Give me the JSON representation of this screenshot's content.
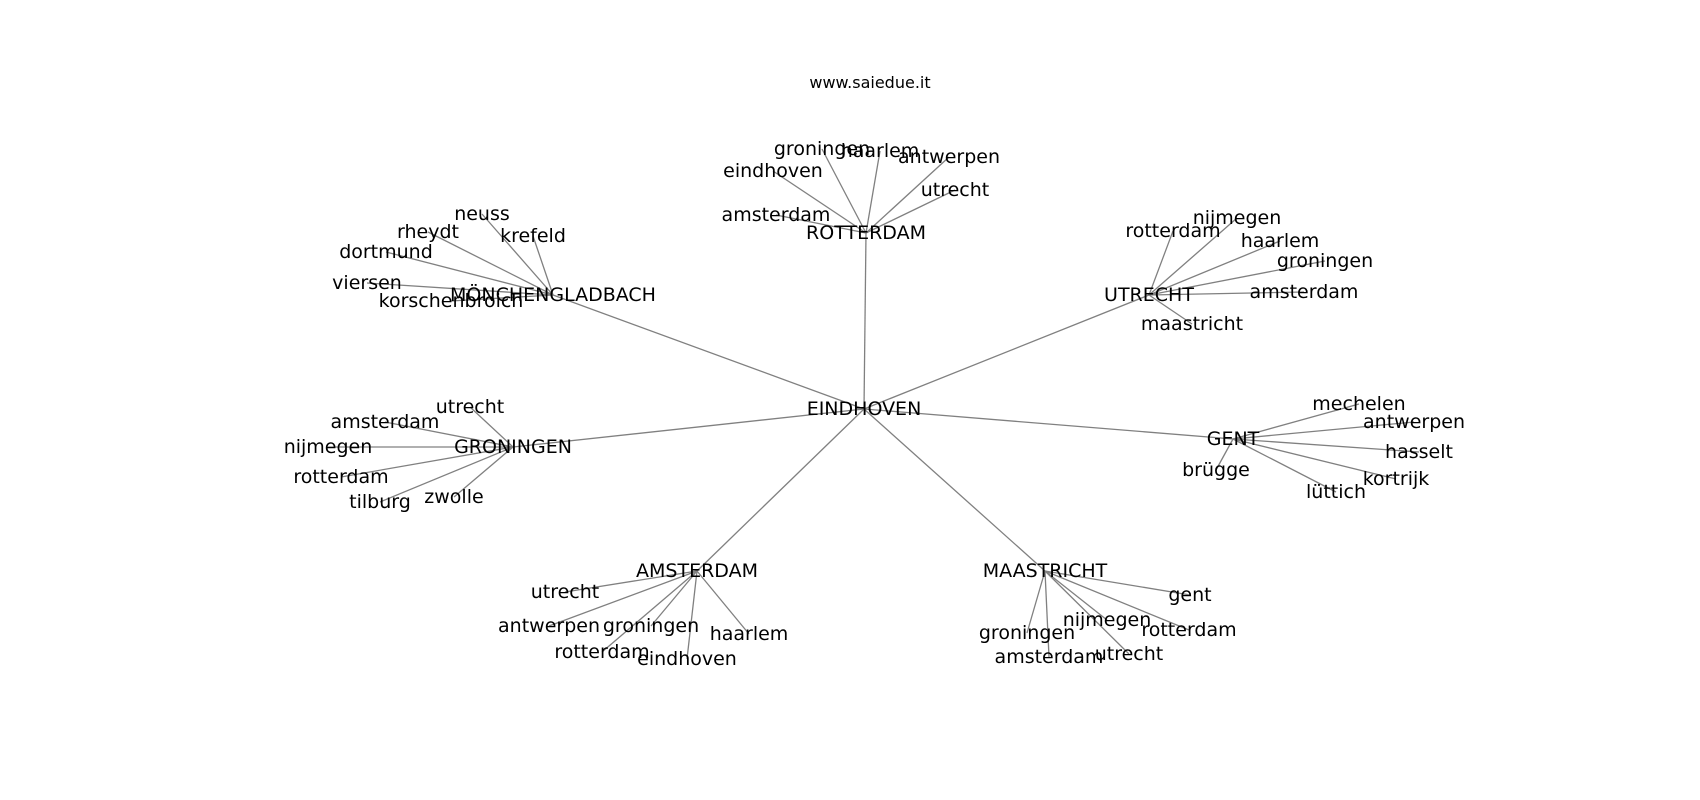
{
  "header": {
    "site": "www.saiedue.it"
  },
  "graph": {
    "center": "EINDHOVEN",
    "hubs": [
      {
        "name": "ROTTERDAM",
        "leaves": [
          "groningen",
          "haarlem",
          "antwerpen",
          "eindhoven",
          "utrecht",
          "amsterdam"
        ]
      },
      {
        "name": "UTRECHT",
        "leaves": [
          "rotterdam",
          "nijmegen",
          "haarlem",
          "groningen",
          "amsterdam",
          "maastricht"
        ]
      },
      {
        "name": "GENT",
        "leaves": [
          "mechelen",
          "antwerpen",
          "hasselt",
          "brügge",
          "kortrijk",
          "lüttich"
        ]
      },
      {
        "name": "MAASTRICHT",
        "leaves": [
          "gent",
          "nijmegen",
          "rotterdam",
          "groningen",
          "amsterdam",
          "utrecht"
        ]
      },
      {
        "name": "AMSTERDAM",
        "leaves": [
          "utrecht",
          "antwerpen",
          "groningen",
          "haarlem",
          "rotterdam",
          "eindhoven"
        ]
      },
      {
        "name": "GRONINGEN",
        "leaves": [
          "utrecht",
          "amsterdam",
          "nijmegen",
          "rotterdam",
          "zwolle",
          "tilburg"
        ]
      },
      {
        "name": "MÖNCHENGLADBACH",
        "leaves": [
          "neuss",
          "rheydt",
          "krefeld",
          "dortmund",
          "viersen",
          "korschenbroich"
        ]
      }
    ]
  }
}
